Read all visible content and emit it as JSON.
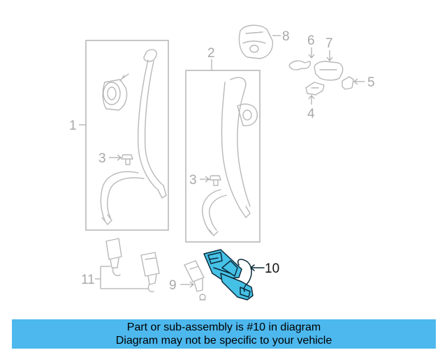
{
  "callouts": {
    "c1": "1",
    "c2": "2",
    "c3a": "3",
    "c3b": "3",
    "c4": "4",
    "c5": "5",
    "c6": "6",
    "c7": "7",
    "c8": "8",
    "c9": "9",
    "c10": "10",
    "c11": "11"
  },
  "highlight": {
    "part_number": "10",
    "color": "#46c1e6"
  },
  "banner": {
    "line1": "Part or sub-assembly is #10 in diagram",
    "line2": "Diagram may not be specific to your vehicle",
    "color": "#4db8ee"
  }
}
